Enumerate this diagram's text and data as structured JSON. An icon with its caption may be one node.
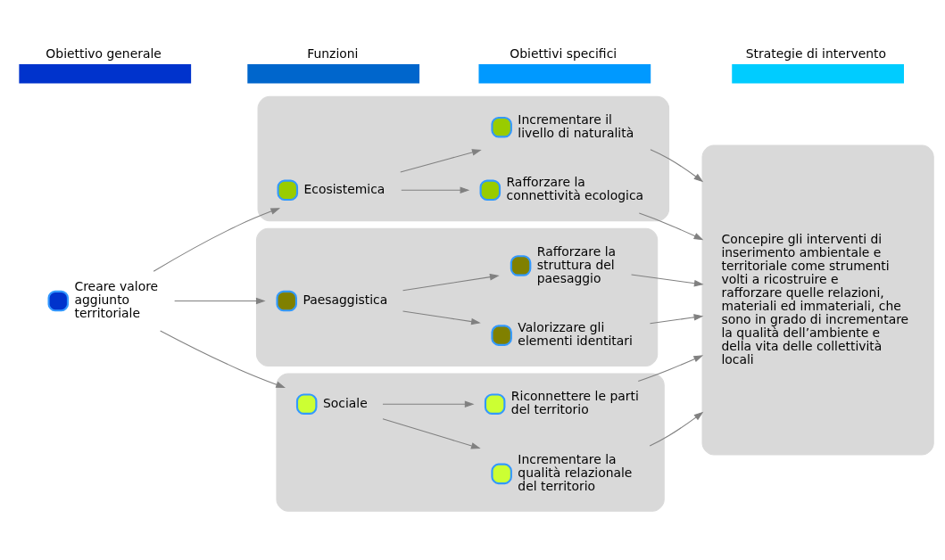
{
  "diagram": {
    "nodes": [
      {
        "text": [
          "Creare valore aggiunto territoriale"
        ]
      },
      {
        "text": [],
        "shape": "box"
      },
      {
        "text": [
          "Ecosistemica"
        ],
        "in": 1
      },
      {
        "text": [
          "Incrementare il livello di naturalità"
        ],
        "in": 1
      },
      {
        "text": [
          "Rafforzare la connettività ecologica"
        ],
        "in": 1
      },
      {
        "text": [],
        "shape": "box"
      },
      {
        "text": [
          "Paesaggistica"
        ],
        "in": 5
      },
      {
        "text": [
          "Rafforzare la struttura del paesaggio"
        ],
        "in": 5
      },
      {
        "text": [
          "Valorizzare gli elementi identitari"
        ],
        "in": 5
      },
      {
        "text": [],
        "shape": "box"
      },
      {
        "text": [
          "Sociale"
        ],
        "in": 9
      },
      {
        "text": [
          "Riconnettere le parti del territorio"
        ],
        "in": 9
      },
      {
        "text": [
          "Incrementare la qualità relazionale del territorio"
        ],
        "in": 9
      },
      {
        "text": [
          "Concepire gli interventi di inserimento ambientale e territoriale come strumenti volti a ricostruire e rafforzare quelle relazioni, materiali ed immateriali, che sono in grado di incrementare la qualità dell’ambiente e della vita delle collettività locali"
        ]
      }
    ],
    "edges": [
      {
        "from": 0,
        "to": 2,
        "arrow": "to"
      },
      {
        "from": 0,
        "to": 6,
        "arrow": "to"
      },
      {
        "from": 0,
        "to": 10,
        "arrow": "to"
      },
      {
        "from": 2,
        "to": 3,
        "arrow": "to"
      },
      {
        "from": 2,
        "to": 4,
        "arrow": "to"
      },
      {
        "from": 6,
        "to": 7,
        "arrow": "to"
      },
      {
        "from": 6,
        "to": 8,
        "arrow": "to"
      },
      {
        "from": 10,
        "to": 11,
        "arrow": "to"
      },
      {
        "from": 10,
        "to": 12,
        "arrow": "to"
      },
      {
        "from": 3,
        "to": 13,
        "arrow": "to"
      },
      {
        "from": 4,
        "to": 13,
        "arrow": "to"
      },
      {
        "from": 7,
        "to": 13,
        "arrow": "to"
      },
      {
        "from": 8,
        "to": 13,
        "arrow": "to"
      },
      {
        "from": 11,
        "to": 13,
        "arrow": "to"
      },
      {
        "from": 12,
        "to": 13,
        "arrow": "to"
      }
    ],
    "labels": [
      "Obiettivo generale",
      "Funzioni",
      "Obiettivi specifici",
      "Strategie di intervento"
    ]
  }
}
